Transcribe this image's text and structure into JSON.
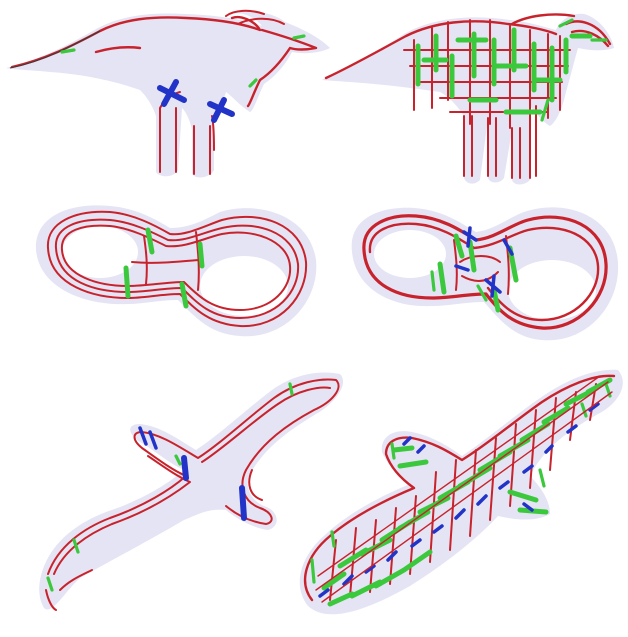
{
  "figure": {
    "panels": [
      {
        "id": "dinosaur-sparse",
        "shape": "dinosaur",
        "variant": "sparse"
      },
      {
        "id": "dinosaur-dense",
        "shape": "dinosaur",
        "variant": "dense"
      },
      {
        "id": "double-torus-sparse",
        "shape": "double-torus",
        "variant": "sparse"
      },
      {
        "id": "double-torus-dense",
        "shape": "double-torus",
        "variant": "dense"
      },
      {
        "id": "bird-sparse",
        "shape": "bird",
        "variant": "sparse"
      },
      {
        "id": "bird-dense",
        "shape": "bird",
        "variant": "dense"
      }
    ],
    "colors": {
      "background": "#ffffff",
      "surface_fill": "#e4e4f4",
      "surface_edge": "#c9c9de",
      "curve_red": "#c8232c",
      "curve_green": "#3cc83c",
      "curve_blue": "#2233c8"
    }
  }
}
